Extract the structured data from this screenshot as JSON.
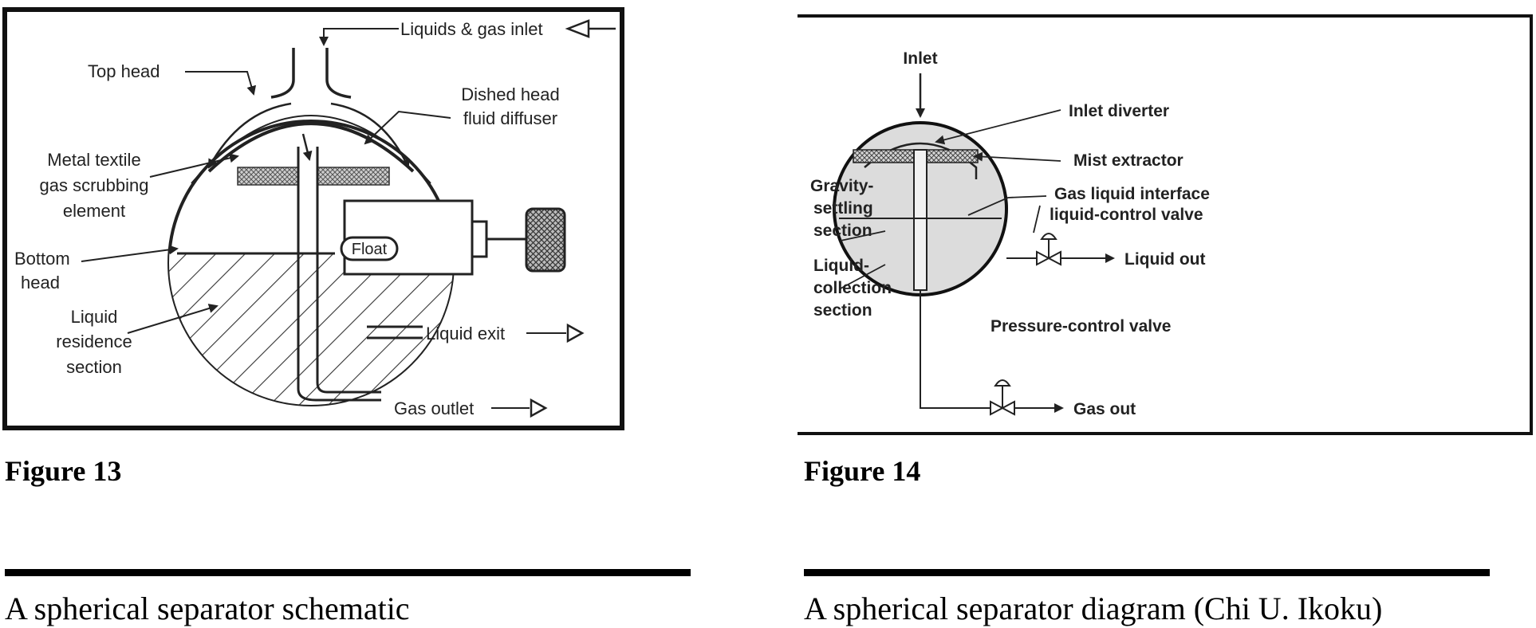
{
  "figures": [
    {
      "caption": "Figure 13",
      "description": "A spherical separator schematic",
      "labels": {
        "inlet": "Liquids & gas inlet",
        "top_head": "Top head",
        "dished_1": "Dished head",
        "dished_2": "fluid diffuser",
        "metal_1": "Metal textile",
        "metal_2": "gas scrubbing",
        "metal_3": "element",
        "bottom_1": "Bottom",
        "bottom_2": "head",
        "float": "Float",
        "liquid_res_1": "Liquid",
        "liquid_res_2": "residence",
        "liquid_res_3": "section",
        "liquid_exit": "Liquid exit",
        "gas_outlet": "Gas outlet"
      }
    },
    {
      "caption": "Figure 14",
      "description": "A spherical separator diagram (Chi U. Ikoku)",
      "labels": {
        "inlet": "Inlet",
        "inlet_diverter": "Inlet diverter",
        "mist_extractor": "Mist extractor",
        "gravity_1": "Gravity-",
        "gravity_2": "settling",
        "gravity_3": "section",
        "interface_1": "Gas liquid interface",
        "interface_2": "liquid-control valve",
        "liquid_out": "Liquid out",
        "collection_1": "Liquid-",
        "collection_2": "collection",
        "collection_3": "section",
        "pressure_valve": "Pressure-control valve",
        "gas_out": "Gas out"
      }
    }
  ]
}
